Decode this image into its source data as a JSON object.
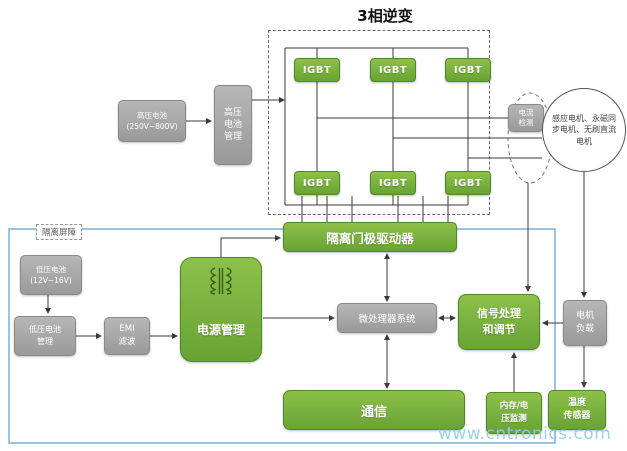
{
  "title": "3相逆变",
  "watermark": "www.cntronics.com",
  "colors": {
    "green_light": "#8dc04a",
    "green_dark": "#68a334",
    "green_border": "#4d8a27",
    "gray_light": "#b6b6b6",
    "gray_dark": "#9a9a9a",
    "gray_border": "#8a8a8a",
    "blue_border": "#9cc2e5",
    "line": "#3a3a3a",
    "watermark": "#93cfe4"
  },
  "nodes": {
    "hv_battery": "高压电池\n(250V~800V)",
    "hv_battery_mgmt": "高压\n电池\n管理",
    "igbt": "IGBT",
    "current_sense": "电流\n检测",
    "motor": "感应电机、永磁同步电机、无刷直流电机",
    "gate_driver": "隔离门极驱动器",
    "isolation_barrier": "隔离屏障",
    "lv_battery": "低压电池\n(12V~16V)",
    "lv_battery_mgmt": "低压电池\n管理",
    "emi_filter": "EMI\n滤波",
    "power_mgmt": "电源管理",
    "mcu": "微处理器系统",
    "signal_conditioning": "信号处理\n和调节",
    "motor_load": "电机\n负载",
    "comm": "通信",
    "memory_voltage_monitor": "内存/电\n压监测",
    "temp_sensor": "温度\n传感器"
  }
}
